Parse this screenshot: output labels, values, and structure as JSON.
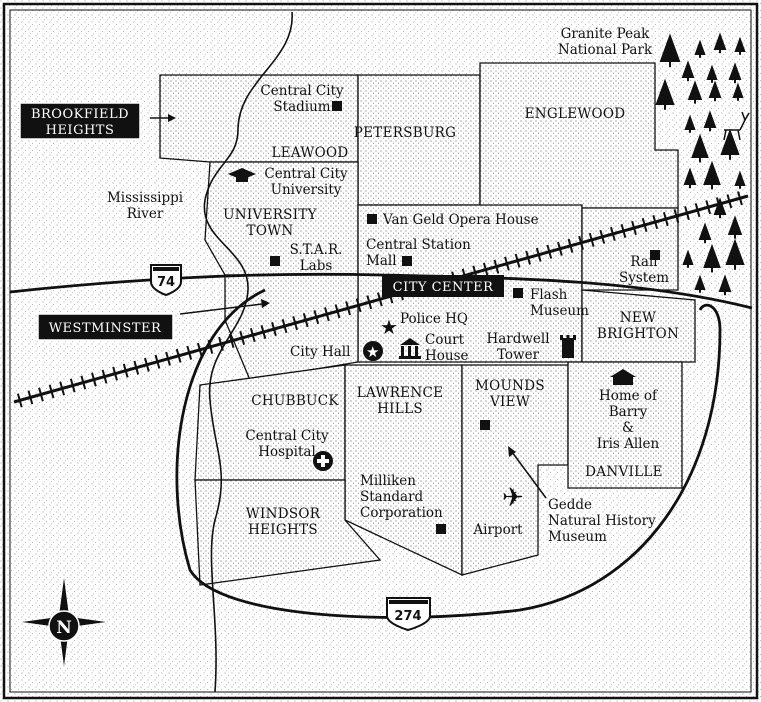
{
  "map": {
    "districts": {
      "leawood": "LEAWOOD",
      "petersburg": "PETERSBURG",
      "englewood": "ENGLEWOOD",
      "university_town_1": "UNIVERSITY",
      "university_town_2": "TOWN",
      "new_brighton_1": "NEW",
      "new_brighton_2": "BRIGHTON",
      "chubbuck": "CHUBBUCK",
      "lawrence_hills_1": "LAWRENCE",
      "lawrence_hills_2": "HILLS",
      "mounds_view_1": "MOUNDS",
      "mounds_view_2": "VIEW",
      "danville": "DANVILLE",
      "windsor_heights_1": "WINDSOR",
      "windsor_heights_2": "HEIGHTS"
    },
    "external_tags": {
      "brookfield_1": "BROOKFIELD",
      "brookfield_2": "HEIGHTS",
      "westminster": "WESTMINSTER",
      "city_center": "CITY CENTER"
    },
    "landmarks": {
      "granite_peak_1": "Granite Peak",
      "granite_peak_2": "National Park",
      "stadium_1": "Central City",
      "stadium_2": "Stadium",
      "university_1": "Central City",
      "university_2": "University",
      "mississippi_1": "Mississippi",
      "mississippi_2": "River",
      "star_labs_1": "S.T.A.R.",
      "star_labs_2": "Labs",
      "opera_house": "Van Geld Opera House",
      "central_station_1": "Central Station",
      "central_station_2": "Mall",
      "rail_system_1": "Rail",
      "rail_system_2": "System",
      "flash_museum_1": "Flash",
      "flash_museum_2": "Museum",
      "police_hq": "Police HQ",
      "court_house_1": "Court",
      "court_house_2": "House",
      "city_hall": "City Hall",
      "hardwell_tower_1": "Hardwell",
      "hardwell_tower_2": "Tower",
      "barry_iris_1": "Home of",
      "barry_iris_2": "Barry",
      "barry_iris_3": "&",
      "barry_iris_4": "Iris Allen",
      "hospital_1": "Central City",
      "hospital_2": "Hospital",
      "milliken_1": "Milliken",
      "milliken_2": "Standard",
      "milliken_3": "Corporation",
      "airport": "Airport",
      "gedde_1": "Gedde",
      "gedde_2": "Natural History",
      "gedde_3": "Museum"
    },
    "highways": {
      "i74": "74",
      "i274": "274"
    },
    "compass": "N"
  }
}
